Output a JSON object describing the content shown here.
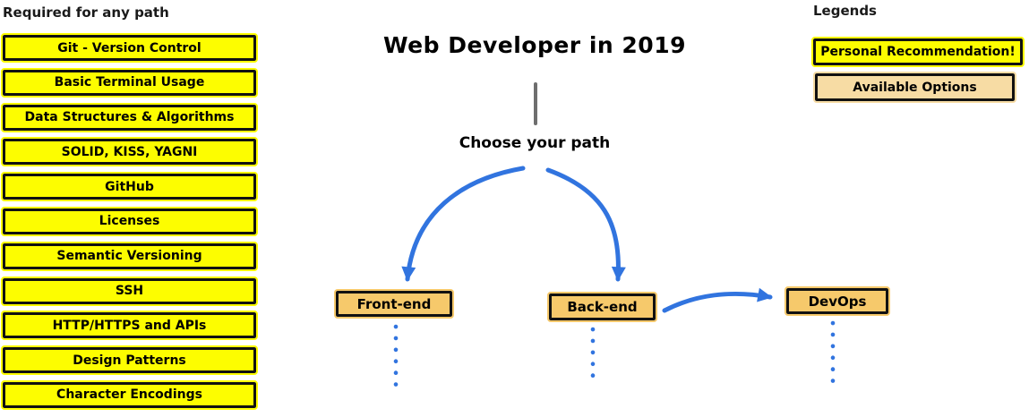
{
  "required": {
    "heading": "Required for any path",
    "items": [
      "Git - Version Control",
      "Basic Terminal Usage",
      "Data Structures & Algorithms",
      "SOLID, KISS, YAGNI",
      "GitHub",
      "Licenses",
      "Semantic Versioning",
      "SSH",
      "HTTP/HTTPS and APIs",
      "Design Patterns",
      "Character Encodings"
    ]
  },
  "center": {
    "title": "Web Developer in 2019",
    "subtitle": "Choose your path",
    "paths": {
      "frontend": "Front-end",
      "backend": "Back-end",
      "devops": "DevOps"
    }
  },
  "legends": {
    "heading": "Legends",
    "personal_recommendation": "Personal Recommendation!",
    "available_options": "Available Options"
  },
  "colors": {
    "recommendation_yellow": "#FDFD00",
    "option_orange": "#F6C96B",
    "option_light": "#F7DCA4",
    "arrow_blue": "#3174DF",
    "line_gray": "#6E6E6E",
    "border_black": "#111111"
  }
}
